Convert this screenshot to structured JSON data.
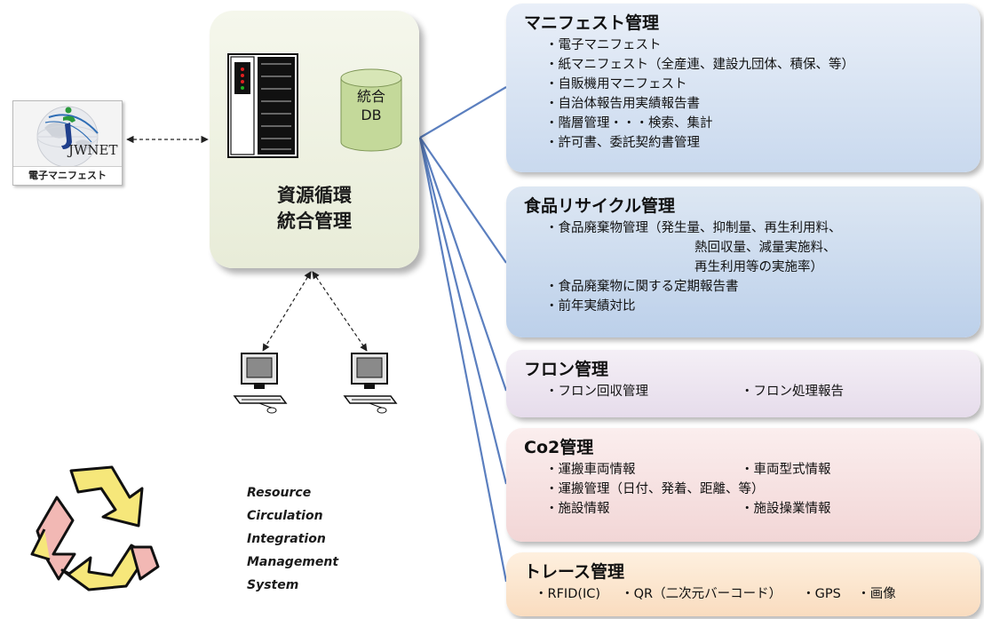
{
  "jwnet_logo": {
    "wordmark": "JWNET",
    "caption": "電子マニフェスト"
  },
  "system": {
    "title_line1": "資源循環",
    "title_line2": "統合管理",
    "db_line1": "統合",
    "db_line2": "DB"
  },
  "english_name": [
    "Resource",
    "Circulation",
    "Integration",
    "Management",
    "System"
  ],
  "modules": {
    "manifest": {
      "title": "マニフェスト管理",
      "items": [
        "・電子マニフェスト",
        "・紙マニフェスト（全産連、建設九団体、積保、等）",
        "・自販機用マニフェスト",
        "・自治体報告用実績報告書",
        "・階層管理・・・検索、集計",
        "・許可書、委託契約書管理"
      ]
    },
    "food": {
      "title": "食品リサイクル管理",
      "items": [
        "・食品廃棄物管理（発生量、抑制量、再生利用料、",
        "熱回収量、減量実施料、",
        "再生利用等の実施率）",
        "・食品廃棄物に関する定期報告書",
        "・前年実績対比"
      ]
    },
    "freon": {
      "title": "フロン管理",
      "items": [
        "・フロン回収管理",
        "・フロン処理報告"
      ]
    },
    "co2": {
      "title": "Co2管理",
      "items": [
        "・運搬車両情報",
        "・車両型式情報",
        "・運搬管理（日付、発着、距離、等）",
        "・施設情報",
        "・施設操業情報"
      ]
    },
    "trace": {
      "title": "トレース管理",
      "items": [
        "・RFID(IC)",
        "・QR（二次元バーコード）",
        "・GPS",
        "・画像"
      ]
    }
  },
  "colors": {
    "connector": "#5b7fbf",
    "panel": "#eef1e2",
    "db": "#c4d99a",
    "manifest_bg": "#dbe5f1",
    "food_bg": "#c9d9ee",
    "freon_bg": "#ebe4ee",
    "co2_bg": "#f5dede",
    "trace_bg": "#fbe4cf"
  }
}
